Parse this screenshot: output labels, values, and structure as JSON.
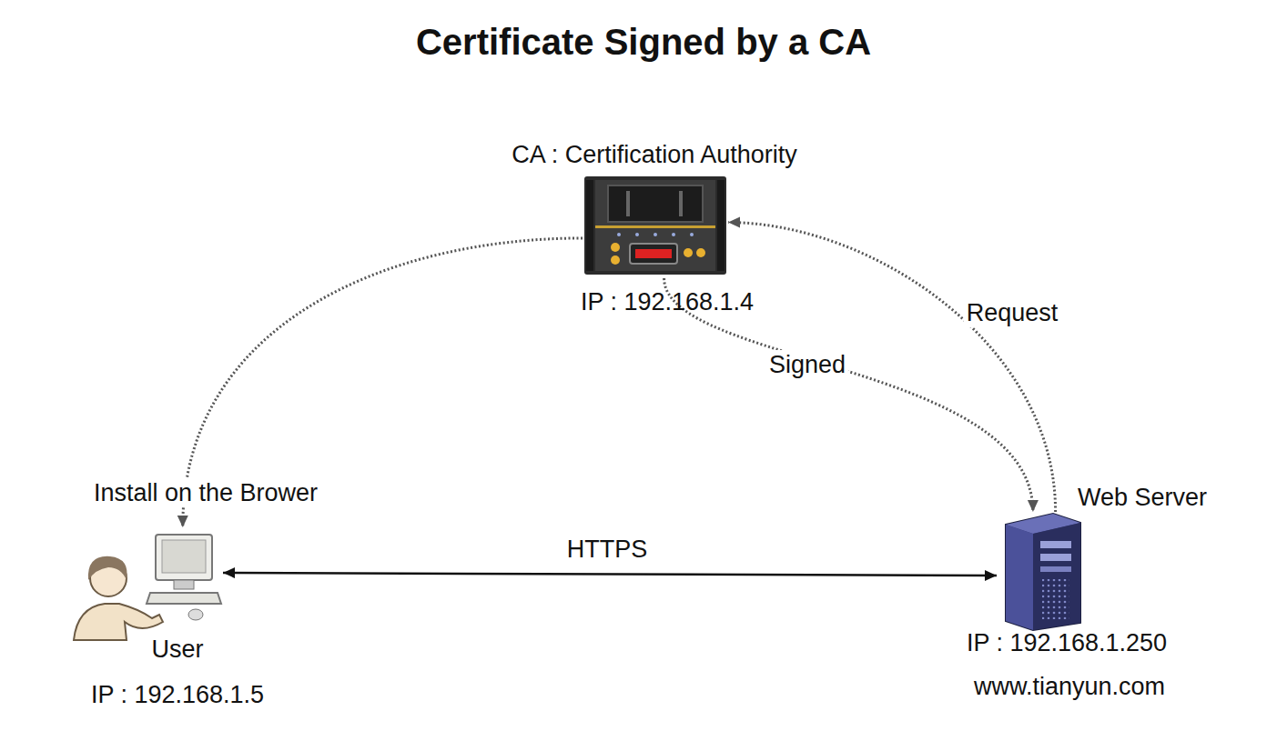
{
  "diagram": {
    "title": "Certificate Signed by a CA",
    "nodes": [
      {
        "text": [
          "CA : Certification Authority",
          "IP : 192.168.1.4"
        ]
      },
      {
        "text": [
          "User",
          "IP : 192.168.1.5"
        ]
      },
      {
        "text": [
          "Web Server",
          "IP : 192.168.1.250",
          "www.tianyun.com"
        ]
      }
    ],
    "edges": [
      {
        "from": 0,
        "to": 1,
        "arrow": "to",
        "label": "Install on the Brower"
      },
      {
        "from": 0,
        "to": 2,
        "arrow": "to",
        "label": "Signed"
      },
      {
        "from": 2,
        "to": 0,
        "arrow": "to",
        "label": "Request"
      },
      {
        "from": 1,
        "to": 2,
        "arrow": "both",
        "label": "HTTPS"
      }
    ]
  }
}
